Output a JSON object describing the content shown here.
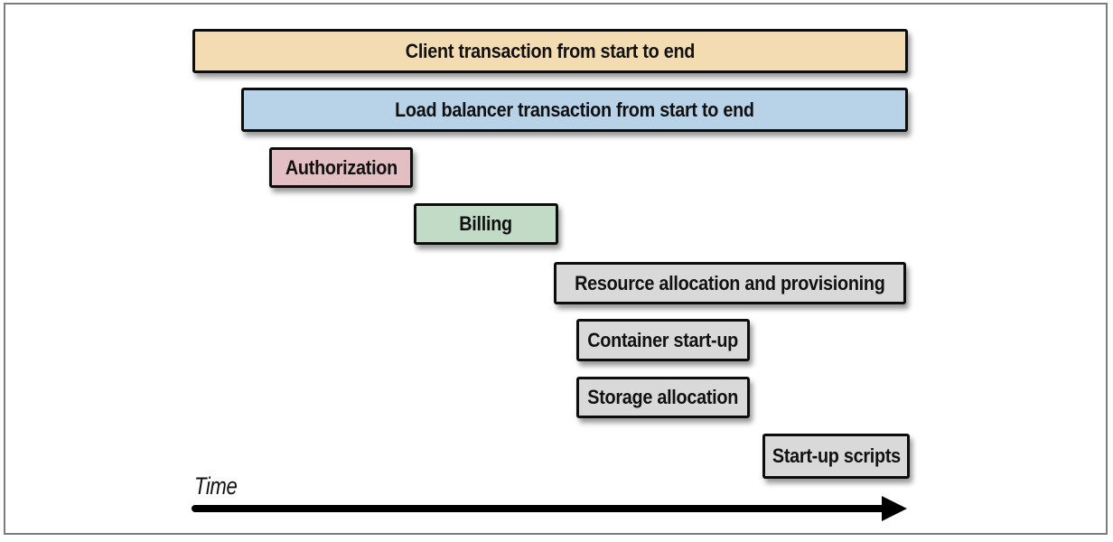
{
  "diagram": {
    "bars": [
      {
        "label": "Client transaction from start to end",
        "color": "#f4dcb2"
      },
      {
        "label": "Load balancer transaction from start to end",
        "color": "#b8d2e8"
      },
      {
        "label": "Authorization",
        "color": "#e3bec2"
      },
      {
        "label": "Billing",
        "color": "#c1dbc7"
      },
      {
        "label": "Resource allocation and provisioning",
        "color": "#d9d9d9"
      },
      {
        "label": "Container start-up",
        "color": "#d9d9d9"
      },
      {
        "label": "Storage allocation",
        "color": "#d9d9d9"
      },
      {
        "label": "Start-up scripts",
        "color": "#d9d9d9"
      }
    ],
    "axis": {
      "label": "Time",
      "arrow_color": "#000000"
    },
    "colors": {
      "bar_outline": "#0d0d0d",
      "frame_border": "#7c7c7c",
      "text": "#111111",
      "background": "#ffffff"
    }
  }
}
